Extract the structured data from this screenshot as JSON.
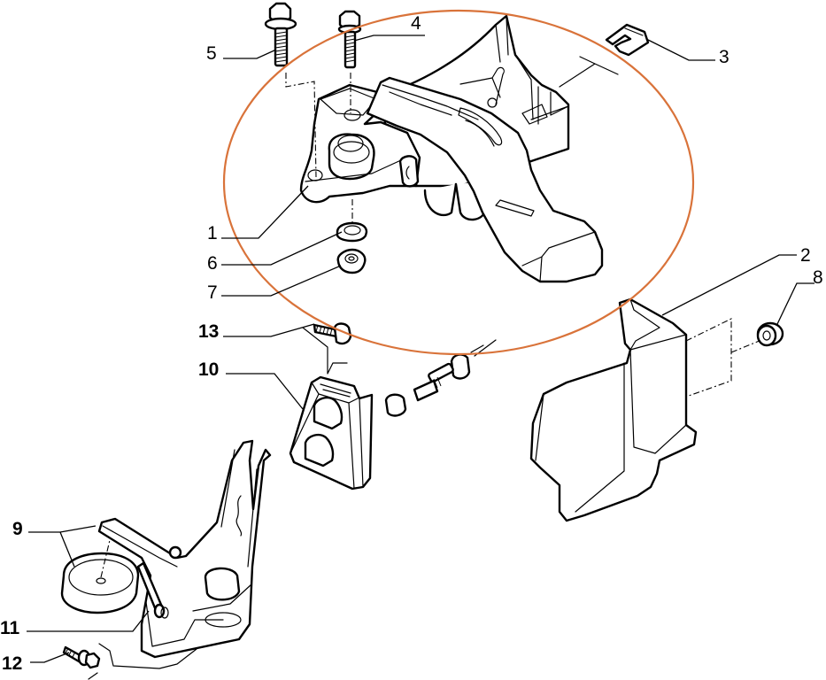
{
  "diagram": {
    "type": "exploded-parts-drawing",
    "highlight_color": "#d9733a",
    "callouts": [
      {
        "id": "1",
        "label": "1"
      },
      {
        "id": "2",
        "label": "2"
      },
      {
        "id": "3",
        "label": "3"
      },
      {
        "id": "4",
        "label": "4"
      },
      {
        "id": "5",
        "label": "5"
      },
      {
        "id": "6",
        "label": "6"
      },
      {
        "id": "7",
        "label": "7"
      },
      {
        "id": "8",
        "label": "8"
      },
      {
        "id": "9",
        "label": "9"
      },
      {
        "id": "10",
        "label": "10"
      },
      {
        "id": "11",
        "label": "11"
      },
      {
        "id": "12",
        "label": "12"
      },
      {
        "id": "13",
        "label": "13"
      }
    ]
  }
}
